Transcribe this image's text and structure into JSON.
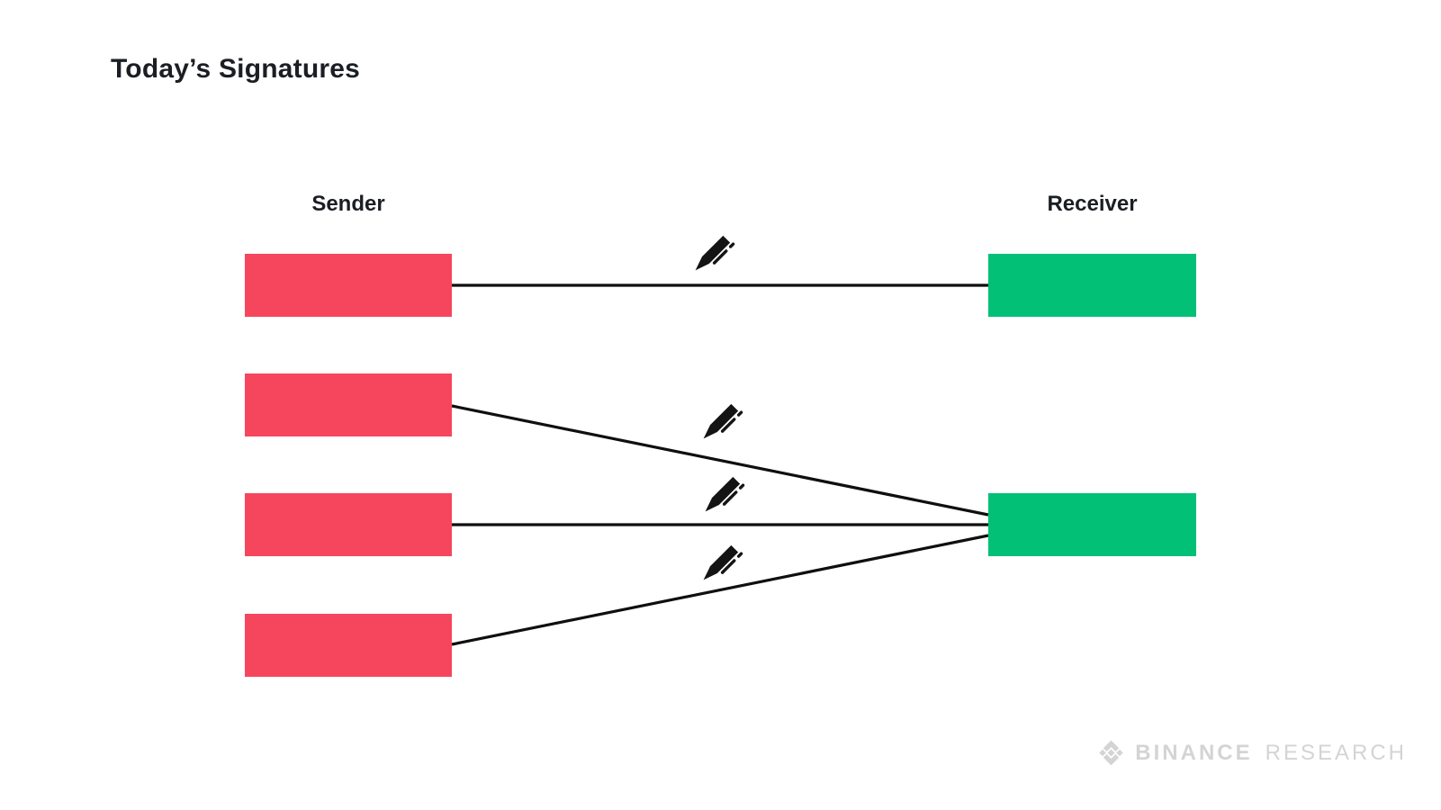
{
  "title": "Today’s Signatures",
  "columns": {
    "sender": "Sender",
    "receiver": "Receiver"
  },
  "diagram": {
    "sender_count": 4,
    "receiver_count": 2,
    "edges": [
      {
        "from": "sender-1",
        "to": "receiver-1",
        "icon": "pen-icon"
      },
      {
        "from": "sender-2",
        "to": "receiver-2",
        "icon": "pen-icon"
      },
      {
        "from": "sender-3",
        "to": "receiver-2",
        "icon": "pen-icon"
      },
      {
        "from": "sender-4",
        "to": "receiver-2",
        "icon": "pen-icon"
      }
    ]
  },
  "colors": {
    "sender_box": "#F6465D",
    "receiver_box": "#02C076",
    "edge_line": "#0F0F0F",
    "pen_icon": "#141414",
    "heading_text": "#1B1E23",
    "logo_gray": "#D4D4D4",
    "background": "#FFFFFF"
  },
  "branding": {
    "logo_icon": "binance-diamond-icon",
    "name": "BINANCE",
    "suffix": "RESEARCH"
  }
}
